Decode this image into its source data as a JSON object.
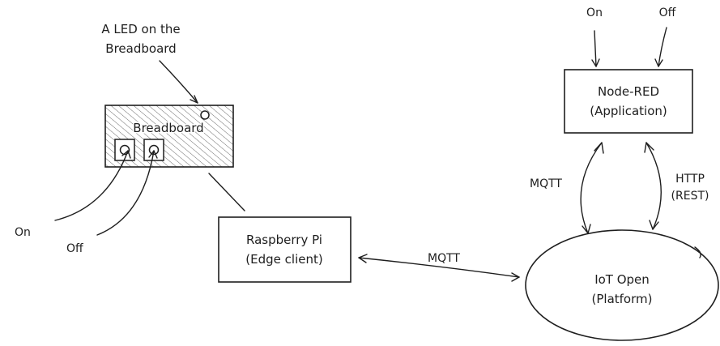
{
  "breadboard": {
    "label": "Breadboard"
  },
  "led_note": {
    "line1": "A LED on the",
    "line2": "Breadboard"
  },
  "left_inputs": {
    "on": "On",
    "off": "Off"
  },
  "raspberry": {
    "line1": "Raspberry Pi",
    "line2": "(Edge client)"
  },
  "noderedbox": {
    "line1": "Node-RED",
    "line2": "(Application)"
  },
  "iot": {
    "line1": "IoT Open",
    "line2": "(Platform)"
  },
  "top_inputs": {
    "on": "On",
    "off": "Off"
  },
  "links": {
    "pi_to_iot": "MQTT",
    "nodered_mqtt": "MQTT",
    "http_line1": "HTTP",
    "http_line2": "(REST)"
  }
}
